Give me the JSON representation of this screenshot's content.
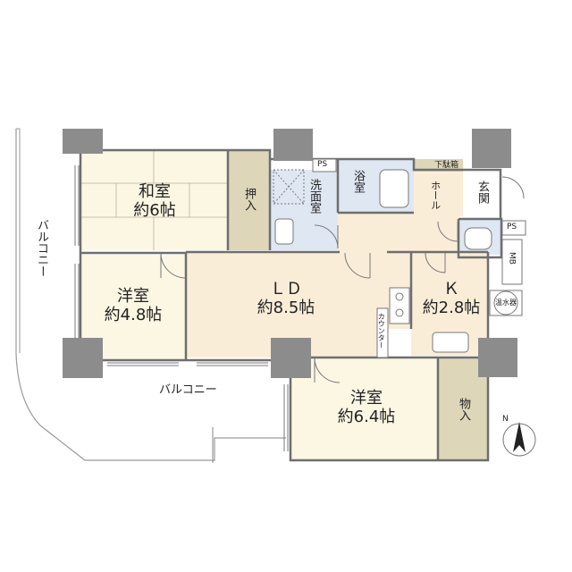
{
  "rooms": {
    "washitsu": {
      "name": "和室",
      "size": "約6帖"
    },
    "oshiire": {
      "name": "押入"
    },
    "senmen": {
      "name": "洗面室"
    },
    "yokushitsu": {
      "name": "浴室"
    },
    "getabako": {
      "name": "下駄箱"
    },
    "hall": {
      "name": "ホール"
    },
    "genkan": {
      "name": "玄関"
    },
    "youshitsu_a": {
      "name": "洋室",
      "size": "約4.8帖"
    },
    "ld": {
      "name": "ＬＤ",
      "size": "約8.5帖"
    },
    "kitchen": {
      "name": "Ｋ",
      "size": "約2.8帖"
    },
    "youshitsu_b": {
      "name": "洋室",
      "size": "約6.4帖"
    },
    "monoire": {
      "name": "物入"
    }
  },
  "labels": {
    "ps1": "PS",
    "ps2": "PS",
    "mb": "MB",
    "water_heater": "温水器",
    "counter": "カウンター",
    "balcony_left": "バルコニー",
    "balcony_bottom": "バルコニー",
    "north": "N"
  },
  "colors": {
    "room_cream": "#fbf7e3",
    "ld_beige": "#faedd8",
    "closet_tan": "#ddd6b9",
    "wet_blue": "#dfe7f3",
    "wall": "#6e6e6e",
    "pillar": "#8c8c8c"
  }
}
